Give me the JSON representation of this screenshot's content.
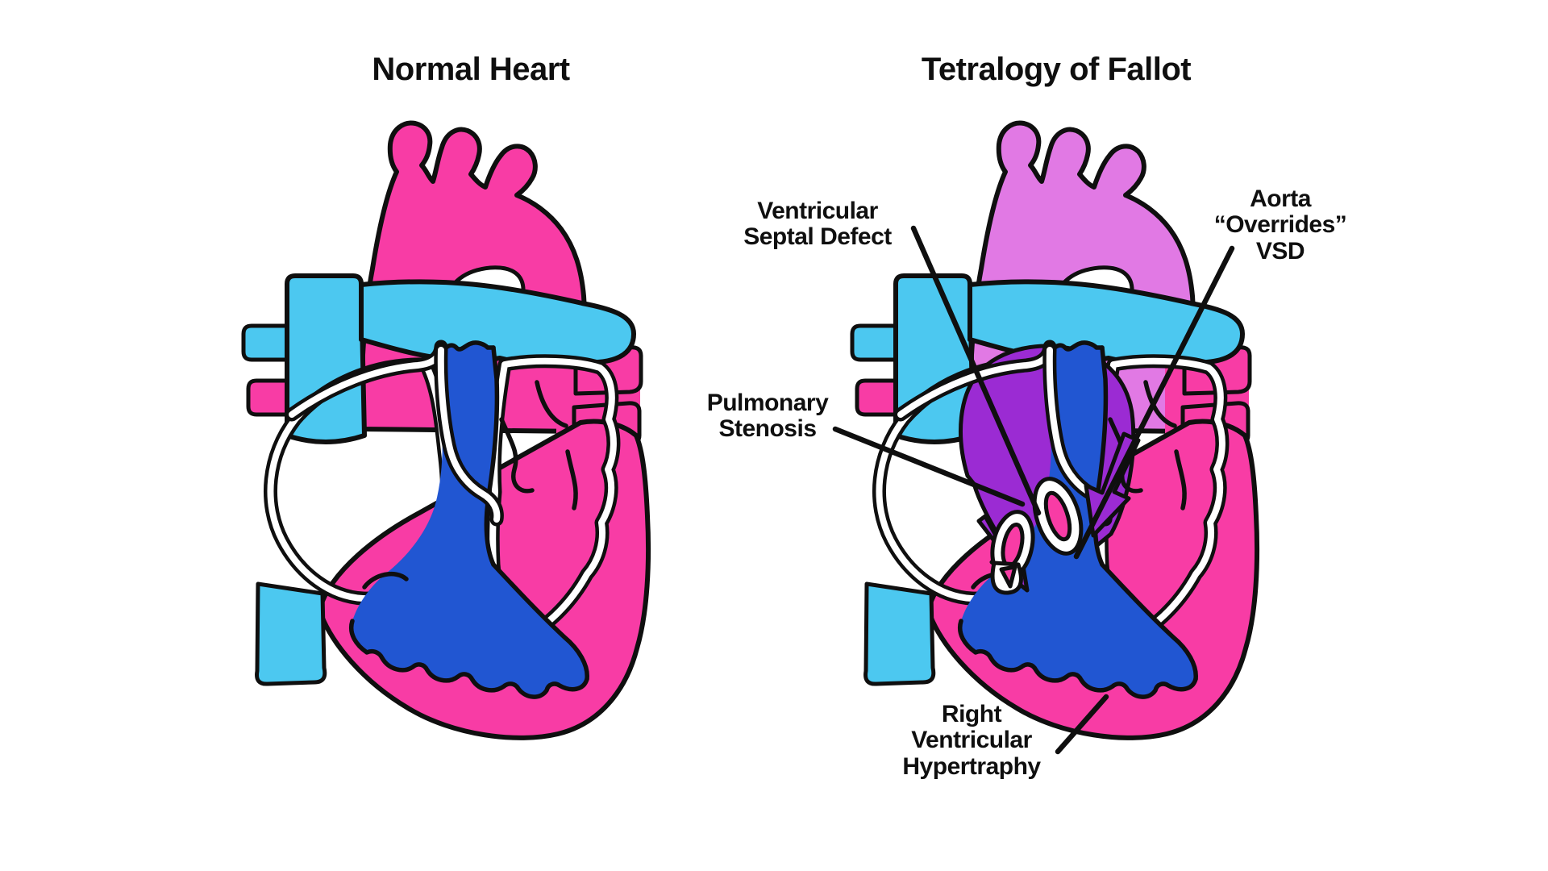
{
  "titles": {
    "normal": "Normal Heart",
    "tof": "Tetralogy of Fallot"
  },
  "annotations": {
    "vsd": {
      "lines": [
        "Ventricular",
        "Septal Defect"
      ]
    },
    "aorta_overrides": {
      "lines": [
        "Aorta",
        "“Overrides”",
        "VSD"
      ]
    },
    "pulmonary_stenosis": {
      "lines": [
        "Pulmonary",
        "Stenosis"
      ]
    },
    "rvh": {
      "lines": [
        "Right",
        "Ventricular",
        "Hypertraphy"
      ]
    }
  },
  "colors": {
    "hot_pink": "#F83CA5",
    "crimson": "#DC1768",
    "royal_blue": "#2156D2",
    "sky_blue": "#4CC8F0",
    "orchid": "#E179E4",
    "purple": "#9B2BD3",
    "ink": "#0F0F0F",
    "white": "#FFFFFF",
    "background": "#FFFFFF"
  }
}
